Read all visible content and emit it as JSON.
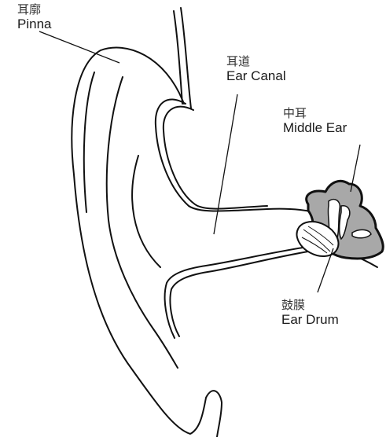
{
  "labels": {
    "pinna": {
      "zh": "耳廓",
      "en": "Pinna"
    },
    "canal": {
      "zh": "耳道",
      "en": "Ear Canal"
    },
    "middle": {
      "zh": "中耳",
      "en": "Middle Ear"
    },
    "drum": {
      "zh": "鼓膜",
      "en": "Ear Drum"
    }
  },
  "colors": {
    "outline": "#111111",
    "middle_ear_fill": "#a8a8a8",
    "ossicle_fill": "#ffffff"
  }
}
